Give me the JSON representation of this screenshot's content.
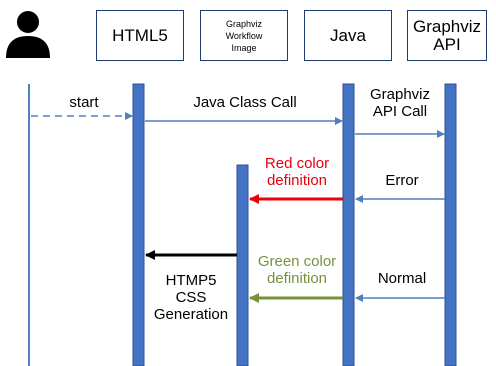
{
  "participants": {
    "html5": "HTML5",
    "workflow_image": "Graphviz\nWorkflow\nImage",
    "java": "Java",
    "graphviz_api": "Graphviz\nAPI"
  },
  "messages": {
    "start": "start",
    "java_class_call": "Java Class Call",
    "graphviz_api_call": "Graphviz\nAPI Call",
    "red_color_definition": "Red color\ndefinition",
    "error": "Error",
    "green_color_definition": "Green color\ndefinition",
    "normal": "Normal",
    "htmp5_css_generation": "HTMP5\nCSS\nGeneration"
  },
  "colors": {
    "lifeline": "#4f81bd",
    "activation": "#4472c4",
    "arrow_blue": "#4f81bd",
    "arrow_red": "#e8000b",
    "arrow_green": "#76923c",
    "arrow_black": "#000000",
    "red_text": "#e8000b",
    "green_text": "#76923c"
  }
}
